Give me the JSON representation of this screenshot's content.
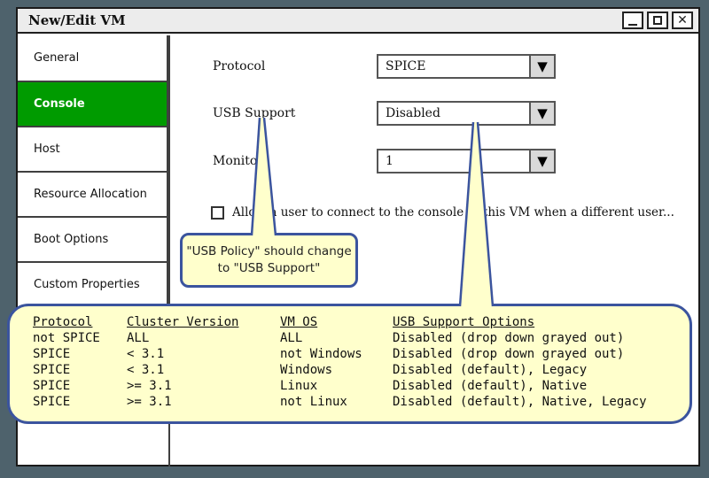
{
  "window": {
    "title": "New/Edit VM",
    "controls": {
      "close_glyph": "✕"
    }
  },
  "sidebar": {
    "items": [
      {
        "label": "General",
        "selected": false
      },
      {
        "label": "Console",
        "selected": true
      },
      {
        "label": "Host",
        "selected": false
      },
      {
        "label": "Resource Allocation",
        "selected": false
      },
      {
        "label": "Boot Options",
        "selected": false
      },
      {
        "label": "Custom Properties",
        "selected": false
      }
    ]
  },
  "form": {
    "fields": [
      {
        "label": "Protocol",
        "value": "SPICE"
      },
      {
        "label": "USB Support",
        "value": "Disabled"
      },
      {
        "label": "Monitors",
        "value": "1"
      }
    ],
    "dropdown_arrow_glyph": "▼",
    "checkbox": {
      "label": "Allow a user to connect to the console of this VM when a different user...",
      "checked": false
    }
  },
  "callouts": {
    "note": {
      "line1": "\"USB Policy\" should change",
      "line2": "to \"USB Support\""
    },
    "table": {
      "headers": [
        "Protocol",
        "Cluster Version",
        "VM OS",
        "USB Support Options"
      ],
      "rows": [
        [
          "not SPICE",
          "ALL",
          "ALL",
          "Disabled (drop down grayed out)"
        ],
        [
          "SPICE",
          "< 3.1",
          "not Windows",
          "Disabled (drop down grayed out)"
        ],
        [
          "SPICE",
          "< 3.1",
          "Windows",
          "Disabled (default), Legacy"
        ],
        [
          "SPICE",
          ">= 3.1",
          "Linux",
          "Disabled (default), Native"
        ],
        [
          "SPICE",
          ">= 3.1",
          "not Linux",
          "Disabled (default), Native, Legacy"
        ]
      ]
    }
  },
  "colors": {
    "selected_tab_green": "#009b00",
    "callout_background": "#ffffcc",
    "callout_border": "#3b549e",
    "desktop_background": "#4e626c",
    "titlebar_background": "#ececec"
  }
}
